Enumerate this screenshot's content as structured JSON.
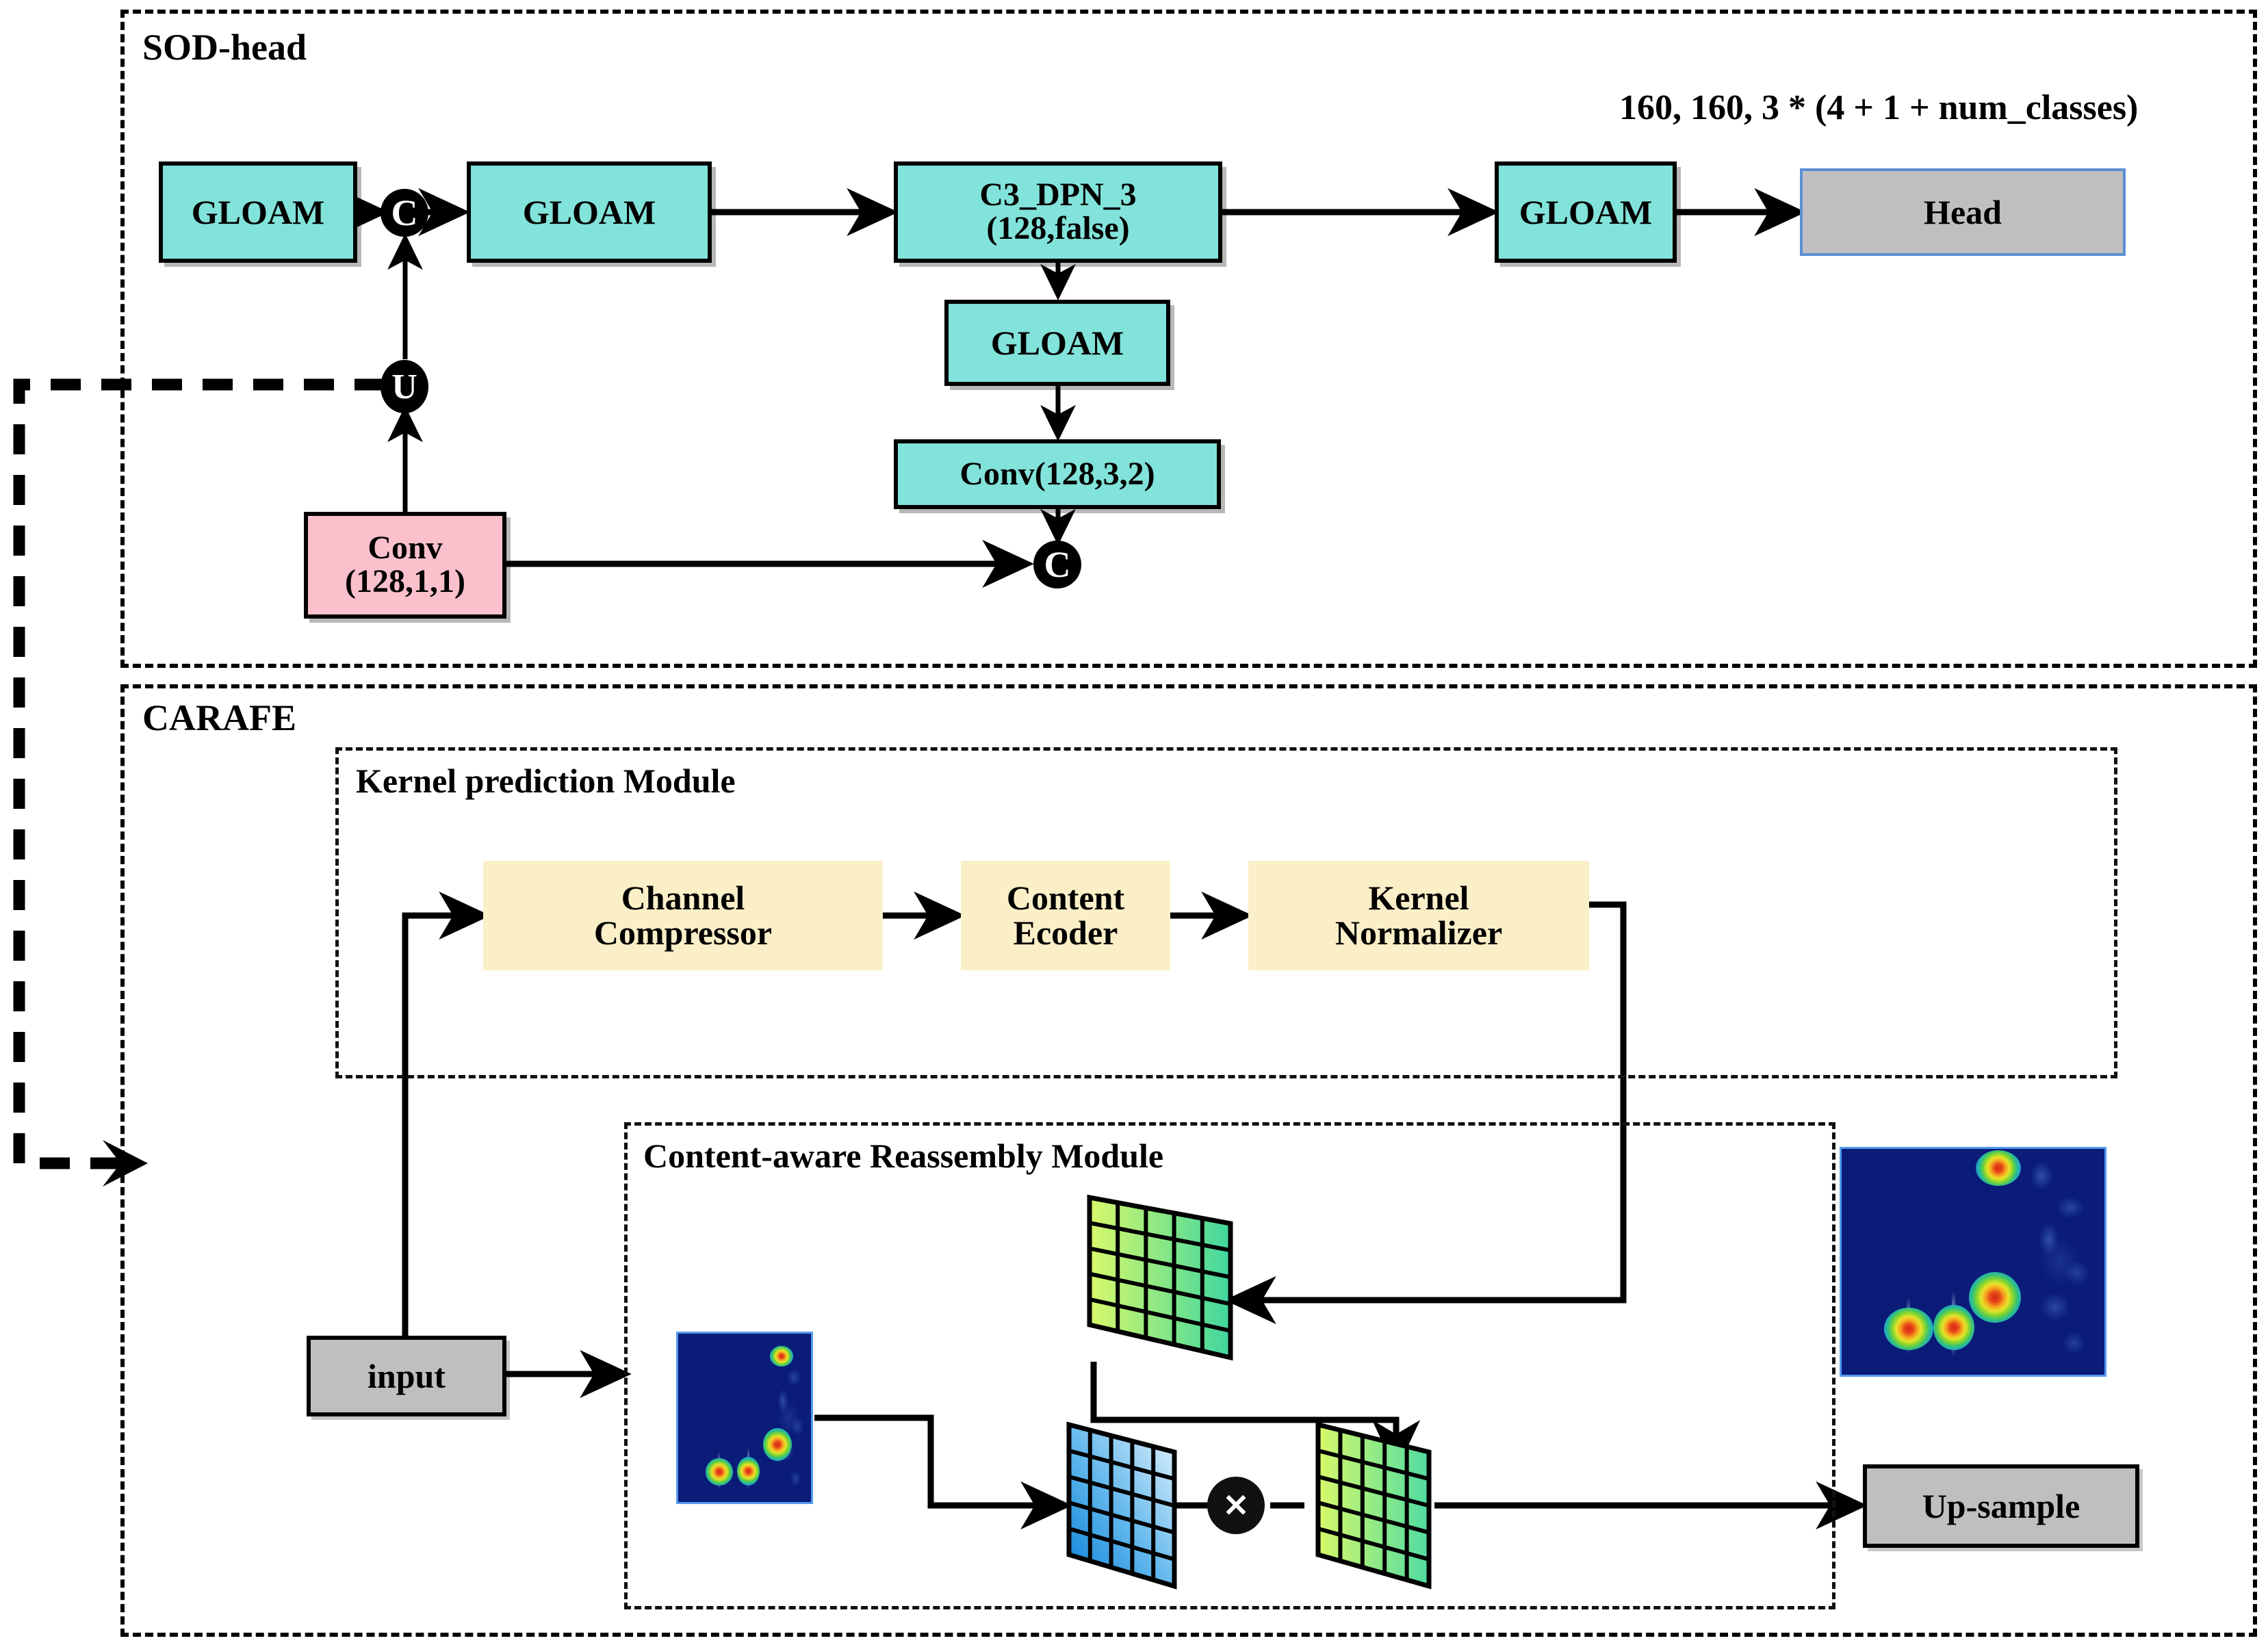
{
  "diagram": {
    "sections": {
      "sod_head": {
        "title": "SOD-head"
      },
      "carafe": {
        "title": "CARAFE"
      },
      "kernel_prediction": {
        "title": "Kernel prediction Module"
      },
      "reassembly": {
        "title": "Content-aware Reassembly Module"
      }
    },
    "annotations": {
      "output_shape": "160, 160, 3 * (4 + 1 + num_classes)"
    },
    "nodes": {
      "gloam_1": "GLOAM",
      "gloam_2": "GLOAM",
      "c3_dpn_3": "C3_DPN_3\n(128,false)",
      "gloam_3": "GLOAM",
      "gloam_4": "GLOAM",
      "head": "Head",
      "conv_128_3_2": "Conv(128,3,2)",
      "conv_128_1_1": "Conv\n(128,1,1)",
      "channel_compressor": "Channel\nCompressor",
      "content_ecoder": "Content\nEcoder",
      "kernel_normalizer": "Kernel\nNormalizer",
      "input": "input",
      "up_sample": "Up-sample"
    },
    "junctions": {
      "concat_top": "C",
      "upsample_u": "U",
      "concat_bottom": "C",
      "multiply": "✕"
    },
    "colors": {
      "cyan_block": "#82E3DA",
      "pink_block": "#FAC0CB",
      "gray_block": "#BFBFBF",
      "yellow_block": "#FBEFC8",
      "head_border": "#5B8FD4",
      "thermal_background": "#0A1C78",
      "grid_green_start": "#D8F96A",
      "grid_green_end": "#3FD6A0",
      "grid_blue_start": "#D9EFFB",
      "grid_blue_end": "#0A80D8"
    }
  },
  "chart_data": {
    "type": "diagram",
    "title": "SOD-head and CARAFE module architecture",
    "grids": [
      {
        "name": "kernel-grid-top",
        "rows": 5,
        "cols": 5,
        "color_from": "#D8F96A",
        "color_to": "#3FD6A0"
      },
      {
        "name": "feature-grid-blue",
        "rows": 5,
        "cols": 5,
        "color_from": "#D9EFFB",
        "color_to": "#0A80D8"
      },
      {
        "name": "kernel-grid-bottom",
        "rows": 5,
        "cols": 5,
        "color_from": "#D8F96A",
        "color_to": "#3FD6A0"
      }
    ],
    "heatmaps": [
      {
        "name": "input-feature-heatmap",
        "hotspots": 4
      },
      {
        "name": "upsampled-feature-heatmap",
        "hotspots": 4
      }
    ]
  }
}
